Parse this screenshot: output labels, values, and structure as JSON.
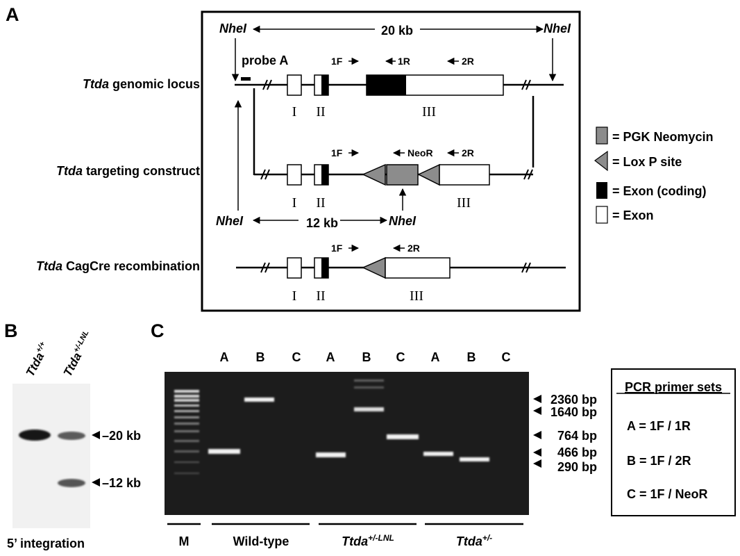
{
  "panel_a": {
    "label": "A",
    "nhei_label": "NheI",
    "distance_20kb": "20 kb",
    "distance_12kb": "12 kb",
    "probe": "probe A",
    "primers": {
      "f1": "1F",
      "r1": "1R",
      "r2": "2R",
      "neor": "NeoR"
    },
    "exons": [
      "I",
      "II",
      "III"
    ],
    "rows": [
      {
        "gene": "Ttda",
        "rest": " genomic locus"
      },
      {
        "gene": "Ttda",
        "rest": " targeting construct"
      },
      {
        "gene": "Ttda",
        "rest": " CagCre recombination"
      }
    ],
    "legend": [
      {
        "label": "= PGK Neomycin",
        "icon": "gray-rectangle"
      },
      {
        "label": "= Lox P site",
        "icon": "gray-triangle"
      },
      {
        "label": "= Exon (coding)",
        "icon": "black-rectangle"
      },
      {
        "label": "= Exon",
        "icon": "white-rectangle"
      }
    ]
  },
  "panel_b": {
    "label": "B",
    "lanes": [
      {
        "gene": "Ttda",
        "sup": "+/+"
      },
      {
        "gene": "Ttda",
        "sup": "+/-LNL"
      }
    ],
    "bands": [
      "–20 kb",
      "–12 kb"
    ],
    "footer": "5’ integration"
  },
  "panel_c": {
    "label": "C",
    "lane_letters": [
      "A",
      "B",
      "C",
      "A",
      "B",
      "C",
      "A",
      "B",
      "C"
    ],
    "marker": "M",
    "groups": [
      {
        "gene": "Wild-type",
        "sup": ""
      },
      {
        "gene": "Ttda",
        "sup": "+/-LNL"
      },
      {
        "gene": "Ttda",
        "sup": "+/-"
      }
    ],
    "sizes": [
      "2360 bp",
      "1640 bp",
      "764 bp",
      "466 bp",
      "290 bp"
    ],
    "primer_box": {
      "title": "PCR primer sets",
      "items": [
        "A = 1F / 1R",
        "B = 1F / 2R",
        "C = 1F / NeoR"
      ]
    }
  },
  "colors": {
    "gel": "#1c1c1c",
    "neo": "#8c8c8c",
    "band": "#f2f2f2"
  }
}
